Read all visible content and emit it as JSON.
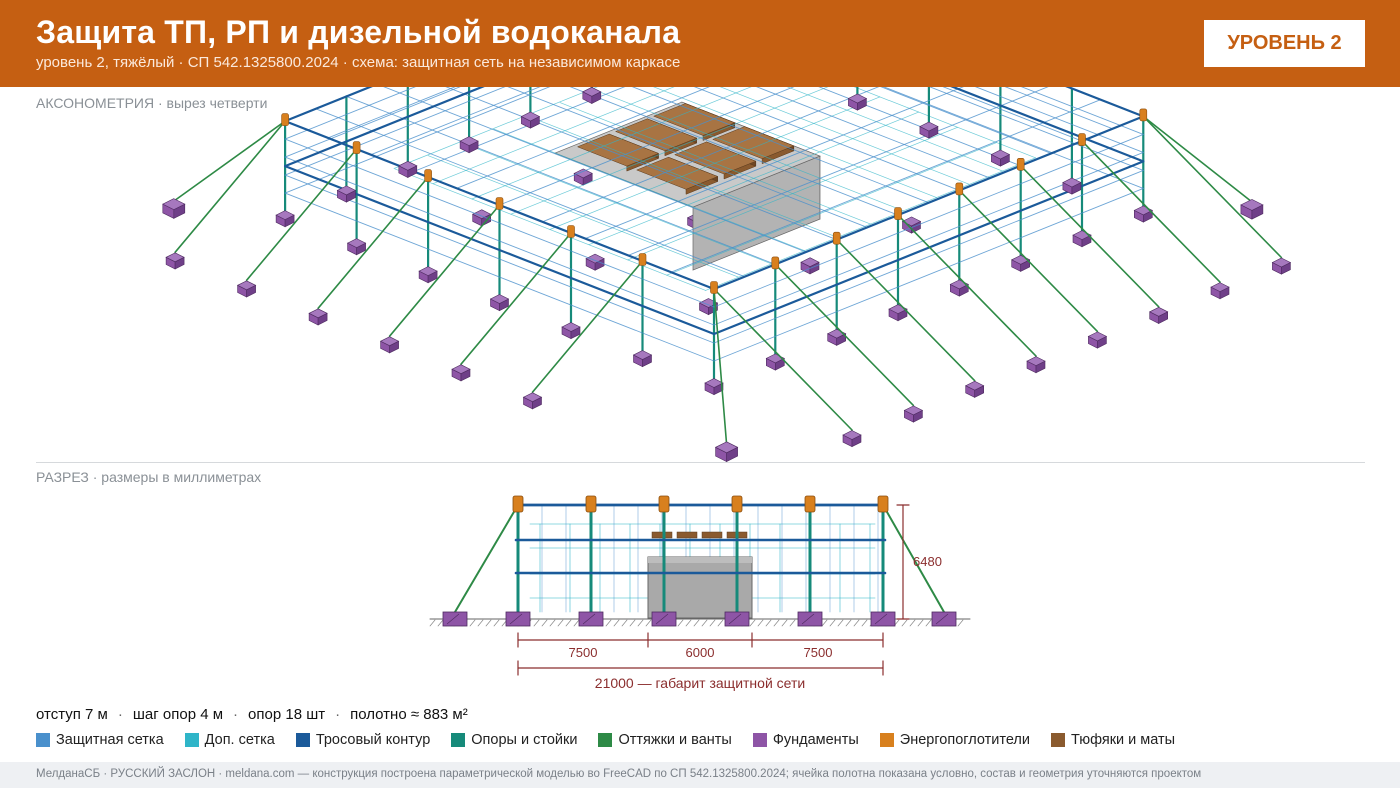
{
  "header": {
    "title": "Защита ТП, РП и дизельной водоканала",
    "subtitle": "уровень 2, тяжёлый · СП 542.1325800.2024 · схема: защитная сеть на независимом каркасе",
    "level_badge": "УРОВЕНЬ 2"
  },
  "axonometry": {
    "title": "АКСОНОМЕТРИЯ · вырез четверти"
  },
  "section": {
    "title": "РАЗРЕЗ · размеры в миллиметрах",
    "height_dim": "6480",
    "dims": [
      "7500",
      "6000",
      "7500"
    ],
    "total_dim": "21000 — габарит защитной сети"
  },
  "stats": [
    "отступ 7 м",
    "шаг опор 4 м",
    "опор 18 шт",
    "полотно ≈ 883 м²"
  ],
  "legend": [
    {
      "label": "Защитная сетка",
      "color": "#4A90CC"
    },
    {
      "label": "Доп. сетка",
      "color": "#2FB5C8"
    },
    {
      "label": "Тросовый контур",
      "color": "#1B5A9A"
    },
    {
      "label": "Опоры и стойки",
      "color": "#168A7A"
    },
    {
      "label": "Оттяжки и ванты",
      "color": "#2E8A46"
    },
    {
      "label": "Фундаменты",
      "color": "#8E55A6"
    },
    {
      "label": "Энергопоглотители",
      "color": "#D8801E"
    },
    {
      "label": "Тюфяки и маты",
      "color": "#8A5A2E"
    }
  ],
  "footer": "МелданаСБ · РУССКИЙ ЗАСЛОН · meldana.com — конструкция построена параметрической моделью во FreeCAD по СП 542.1325800.2024; ячейка полотна показана условно, состав и геометрия уточняются проектом"
}
